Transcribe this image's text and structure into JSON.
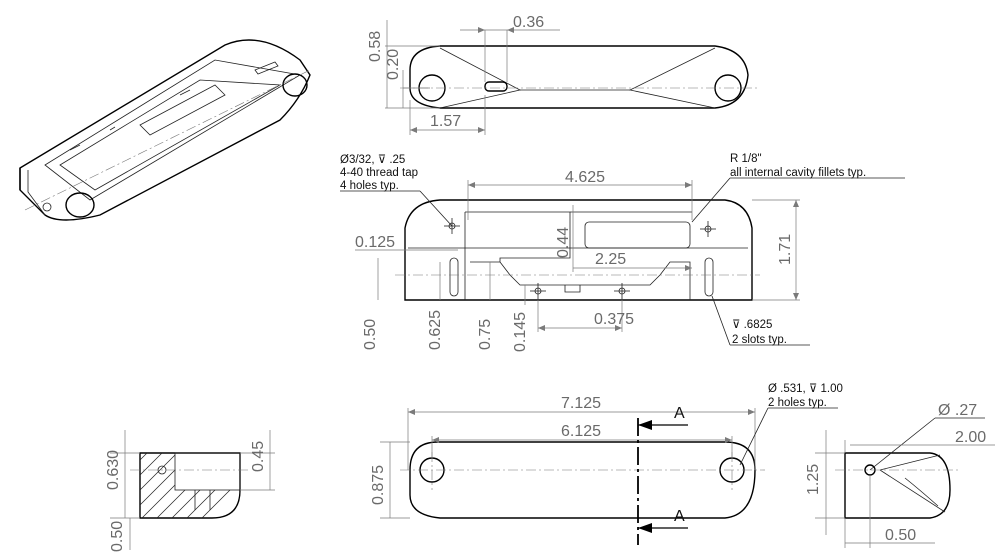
{
  "views": {
    "top": {
      "dims": [
        "0.58",
        "0.20",
        "0.36",
        "1.57"
      ]
    },
    "front": {
      "dims": [
        "4.625",
        "0.44",
        "2.25",
        "1.71",
        "0.125",
        "0.50",
        "0.625",
        "0.75",
        "0.145",
        "0.375"
      ],
      "notes": {
        "holes": [
          "Ø3/32, ⊽ .25",
          "4-40 thread tap",
          "4 holes typ."
        ],
        "fillet": [
          "R 1/8\"",
          "all internal cavity fillets typ."
        ],
        "slots": [
          "⊽ .6825",
          "2 slots typ."
        ]
      }
    },
    "bottom": {
      "dims": [
        "7.125",
        "6.125",
        "0.875"
      ],
      "note": [
        "Ø .531, ⊽ 1.00",
        "2 holes typ."
      ],
      "section_label": "A"
    },
    "section": {
      "dims": [
        "0.630",
        "0.45",
        "0.50"
      ]
    },
    "end": {
      "dims": [
        "Ø .27",
        "2.00",
        "1.25",
        "0.50"
      ]
    }
  }
}
